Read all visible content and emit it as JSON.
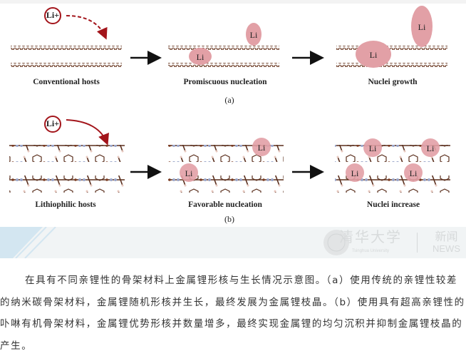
{
  "figure": {
    "panel_a": {
      "ion_label": "Li+",
      "stages": [
        "Conventional hosts",
        "Promiscuous nucleation",
        "Nuclei growth"
      ],
      "li_label": "Li",
      "panel_label": "(a)"
    },
    "panel_b": {
      "ion_label": "Li+",
      "stages": [
        "Lithiophilic hosts",
        "Favorable nucleation",
        "Nuclei increase"
      ],
      "li_label": "Li",
      "panel_label": "(b)"
    },
    "colors": {
      "chain": "#6b3a24",
      "lithium": "#e2a0a6",
      "ion_ring": "#a3151b"
    }
  },
  "watermark": {
    "name": "清华大学",
    "sub": "Tsinghua University",
    "news_cn": "新闻",
    "news_en": "NEWS"
  },
  "caption": "在具有不同亲锂性的骨架材料上金属锂形核与生长情况示意图。（a）使用传统的亲锂性较差的纳米碳骨架材料，金属锂随机形核并生长，最终发展为金属锂枝晶。（b）使用具有超高亲锂性的卟啉有机骨架材料，金属锂优势形核并数量增多，最终实现金属锂的均匀沉积并抑制金属锂枝晶的产生。"
}
